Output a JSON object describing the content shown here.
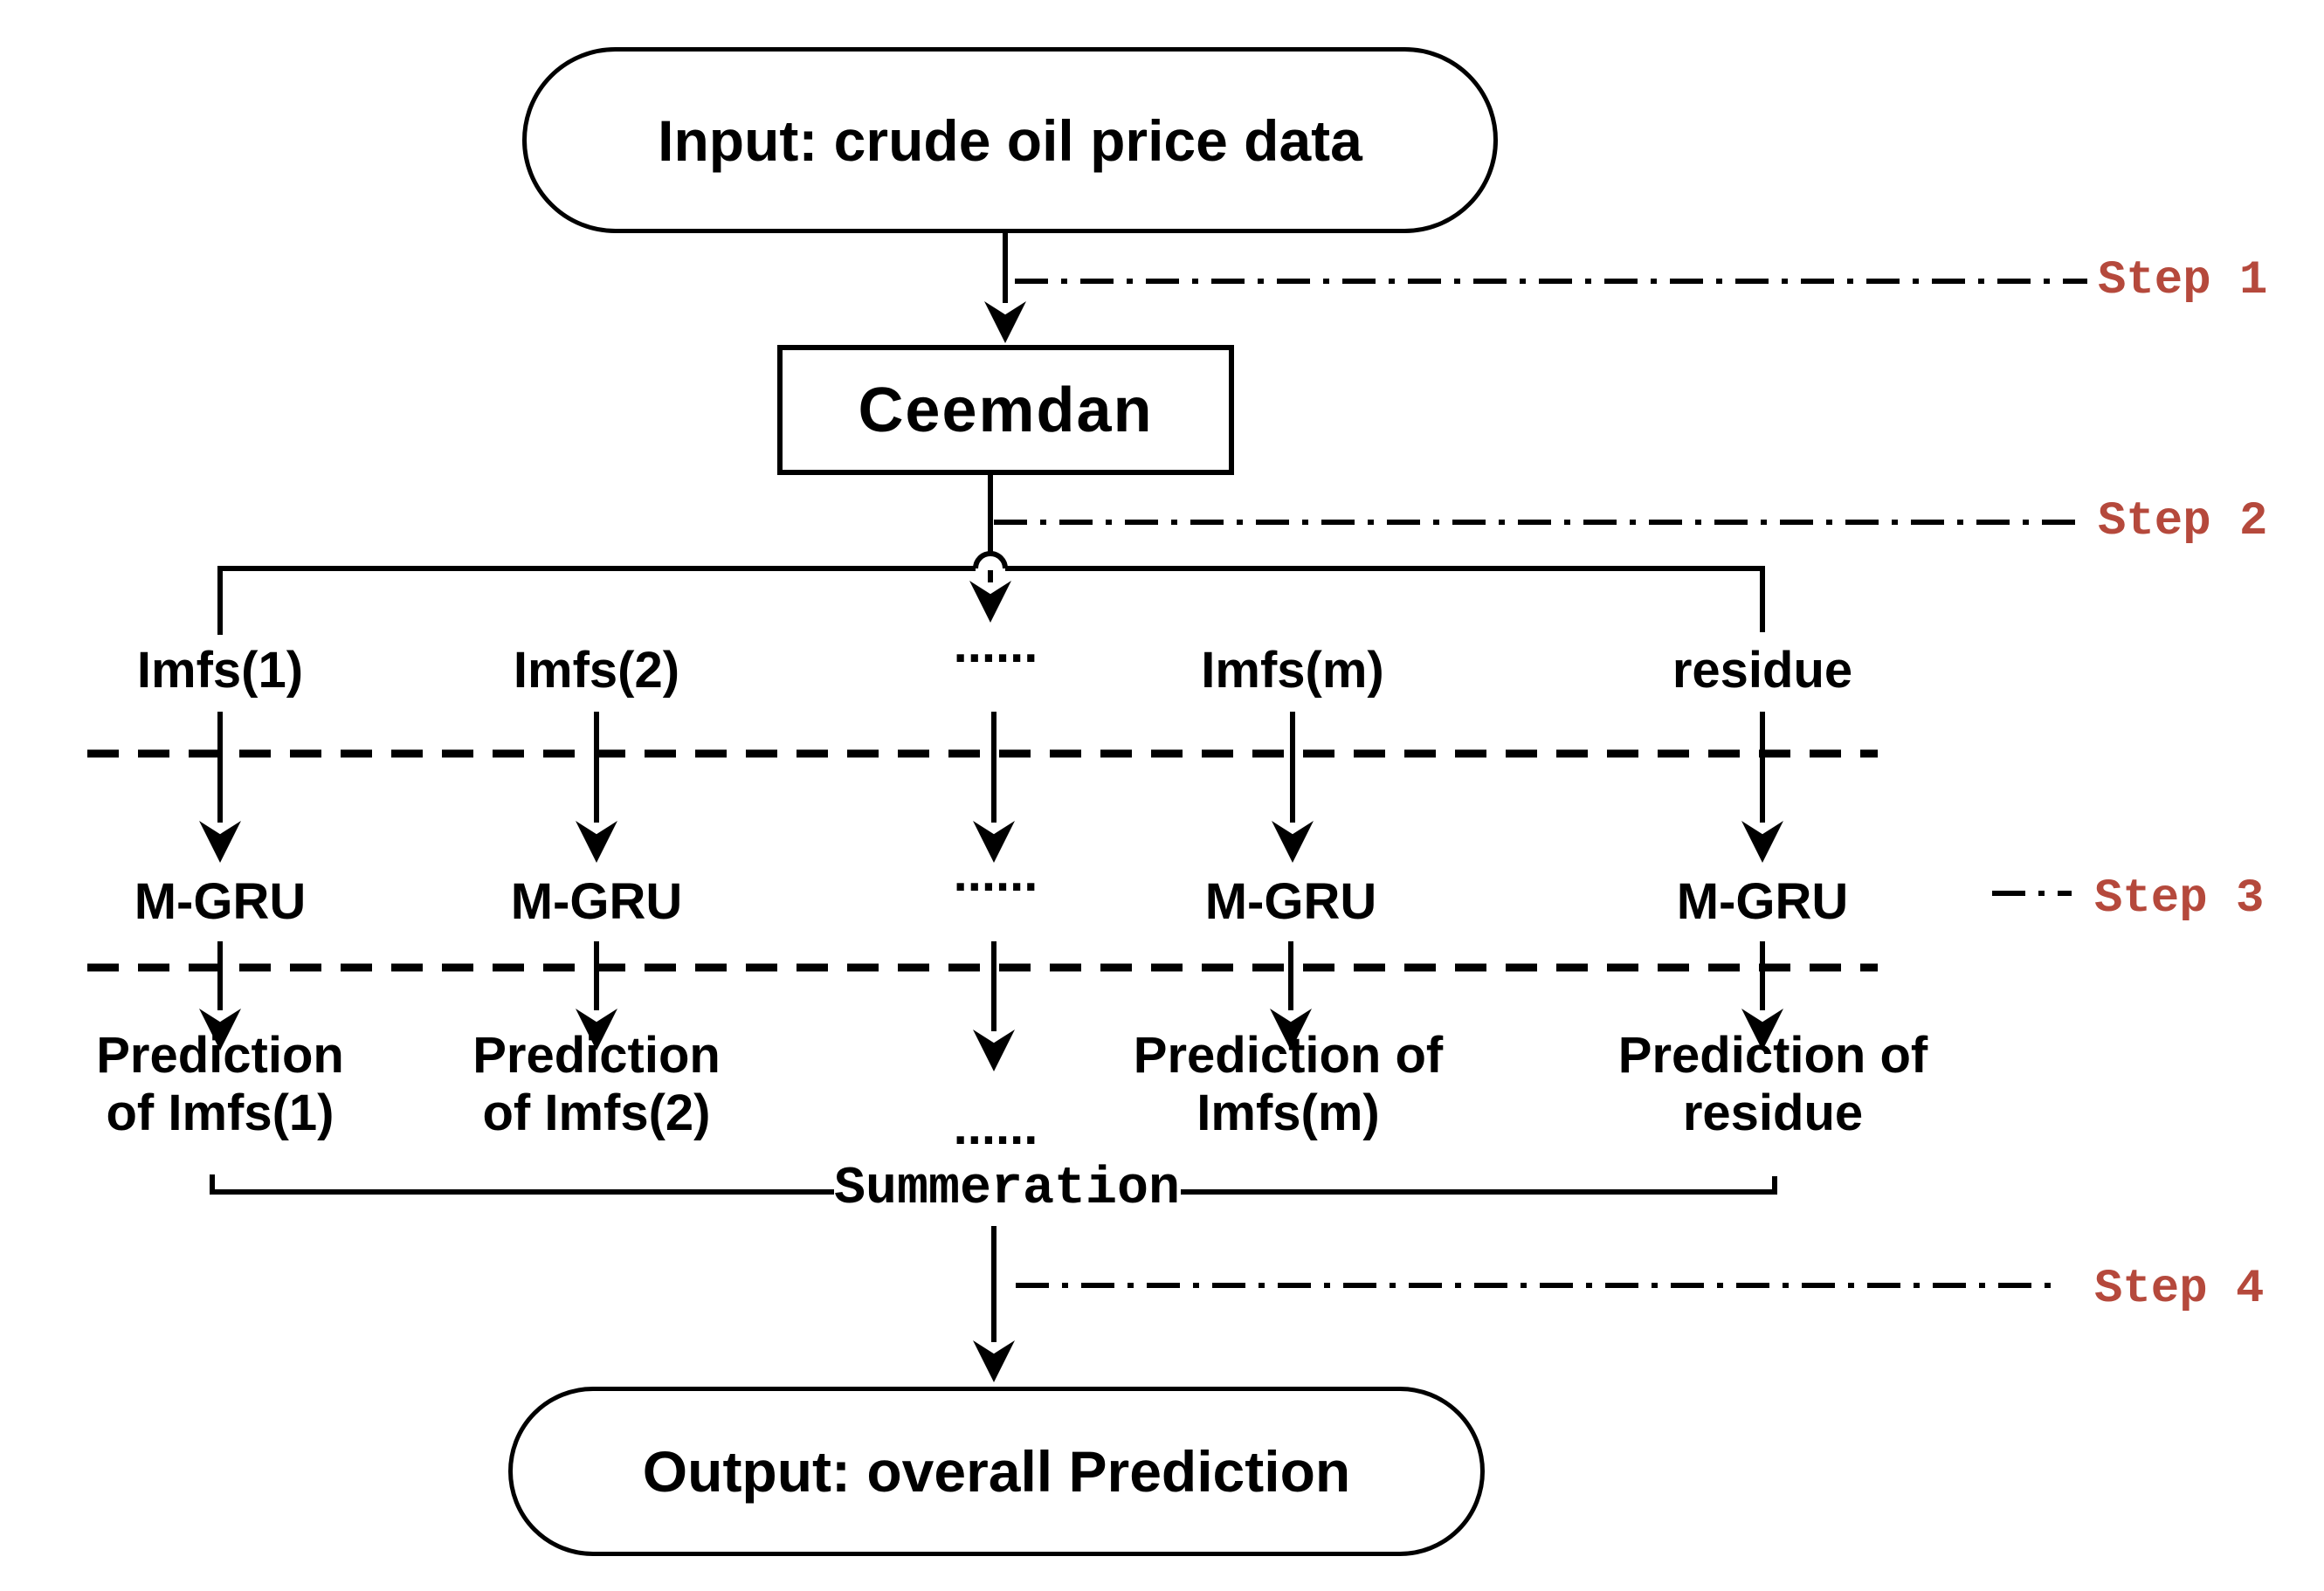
{
  "diagram": {
    "input_label": "Input: crude oil price data",
    "ceemdan_label": "Ceemdan",
    "output_label": "Output: overall Prediction",
    "summation_label": "Summeration",
    "step_labels": [
      "Step 1",
      "Step 2",
      "Step 3",
      "Step 4"
    ],
    "imf_row": [
      "Imfs(1)",
      "Imfs(2)",
      "......",
      "Imfs(m)",
      "residue"
    ],
    "mgru_row": [
      "M-GRU",
      "M-GRU",
      "......",
      "M-GRU",
      "M-GRU"
    ],
    "prediction_row": [
      {
        "line1": "Prediction",
        "line2": "of Imfs(1)"
      },
      {
        "line1": "Prediction",
        "line2": "of Imfs(2)"
      },
      {
        "line1": "......",
        "line2": ""
      },
      {
        "line1": "Prediction of",
        "line2": "Imfs(m)"
      },
      {
        "line1": "Prediction of",
        "line2": "residue"
      }
    ],
    "colors": {
      "step_red": "#b5493c",
      "line_black": "#000000"
    }
  }
}
